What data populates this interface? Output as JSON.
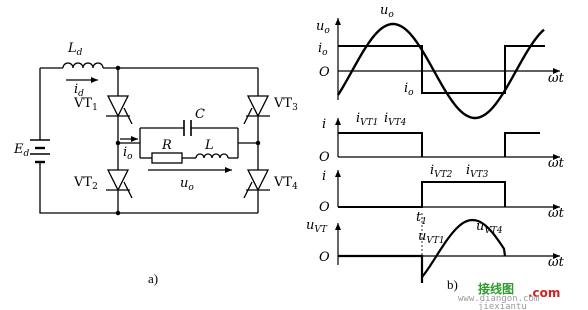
{
  "circuit": {
    "source_label": "E",
    "source_sub": "d",
    "inductor_label": "L",
    "inductor_sub": "d",
    "source_current_label": "i",
    "source_current_sub": "d",
    "thyristors": [
      {
        "label": "VT",
        "sub": "1"
      },
      {
        "label": "VT",
        "sub": "2"
      },
      {
        "label": "VT",
        "sub": "3"
      },
      {
        "label": "VT",
        "sub": "4"
      }
    ],
    "capacitor_label": "C",
    "resistor_label": "R",
    "load_inductor_label": "L",
    "output_current_label": "i",
    "output_current_sub": "o",
    "output_voltage_label": "u",
    "output_voltage_sub": "o",
    "caption": "a)"
  },
  "waveforms": {
    "caption": "b)",
    "panel1": {
      "y_top": "u",
      "y_top_sub": "o",
      "y_mid": "i",
      "y_mid_sub": "o",
      "zero": "O",
      "x_label": "ωt",
      "curve_label": "u",
      "curve_sub": "o",
      "square_label": "i",
      "square_sub": "o"
    },
    "panel2": {
      "y": "i",
      "zero": "O",
      "x_label": "ωt",
      "label1": "i",
      "label1_sub": "VT1",
      "label2": "i",
      "label2_sub": "VT4"
    },
    "panel3": {
      "y": "i",
      "zero": "O",
      "x_label": "ωt",
      "label1": "i",
      "label1_sub": "VT2",
      "label2": "i",
      "label2_sub": "VT3",
      "t_label": "t",
      "t_sub": "1"
    },
    "panel4": {
      "y": "u",
      "y_sub": "VT",
      "zero": "O",
      "x_label": "ωt",
      "label1": "u",
      "label1_sub": "VT1",
      "label2": "u",
      "label2_sub": "VT4"
    }
  },
  "watermark": {
    "brand": "接线图",
    "domain": ".com",
    "url": "www.diangon.com",
    "pinyin": "jiexiantu"
  },
  "colors": {
    "line": "#000000",
    "watermark_green": "#2e9b2e",
    "watermark_red": "#d42020",
    "watermark_gray": "#9a9a9a"
  }
}
